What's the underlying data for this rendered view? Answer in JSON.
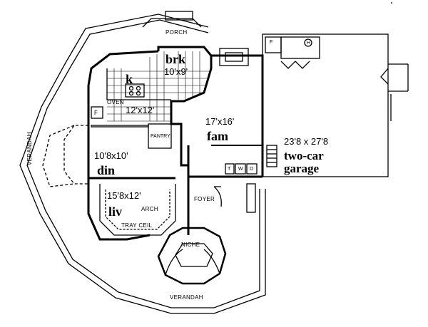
{
  "labels": {
    "porch": "PORCH",
    "verandah_left": "VERANDAH",
    "verandah_bottom": "VERANDAH",
    "brk_name": "brk",
    "brk_dim": "10'x9'",
    "k_name": "k",
    "k_dim": "12'x12'",
    "oven": "OVEN",
    "f_kitchen": "F",
    "pantry": "PANTRY",
    "din_dim": "10'8x10'",
    "din_name": "din",
    "fam_dim": "17'x16'",
    "fam_name": "fam",
    "garage_dim": "23'8 x 27'8",
    "garage_name1": "two-car",
    "garage_name2": "garage",
    "liv_dim": "15'8x12'",
    "liv_name": "liv",
    "arch": "ARCH",
    "tray_ceil": "TRAY CEIL",
    "foyer": "FOYER",
    "niche": "NICHE",
    "w": "W",
    "d": "D",
    "t": "T",
    "f_garage": "F",
    "h_garage": "H"
  }
}
